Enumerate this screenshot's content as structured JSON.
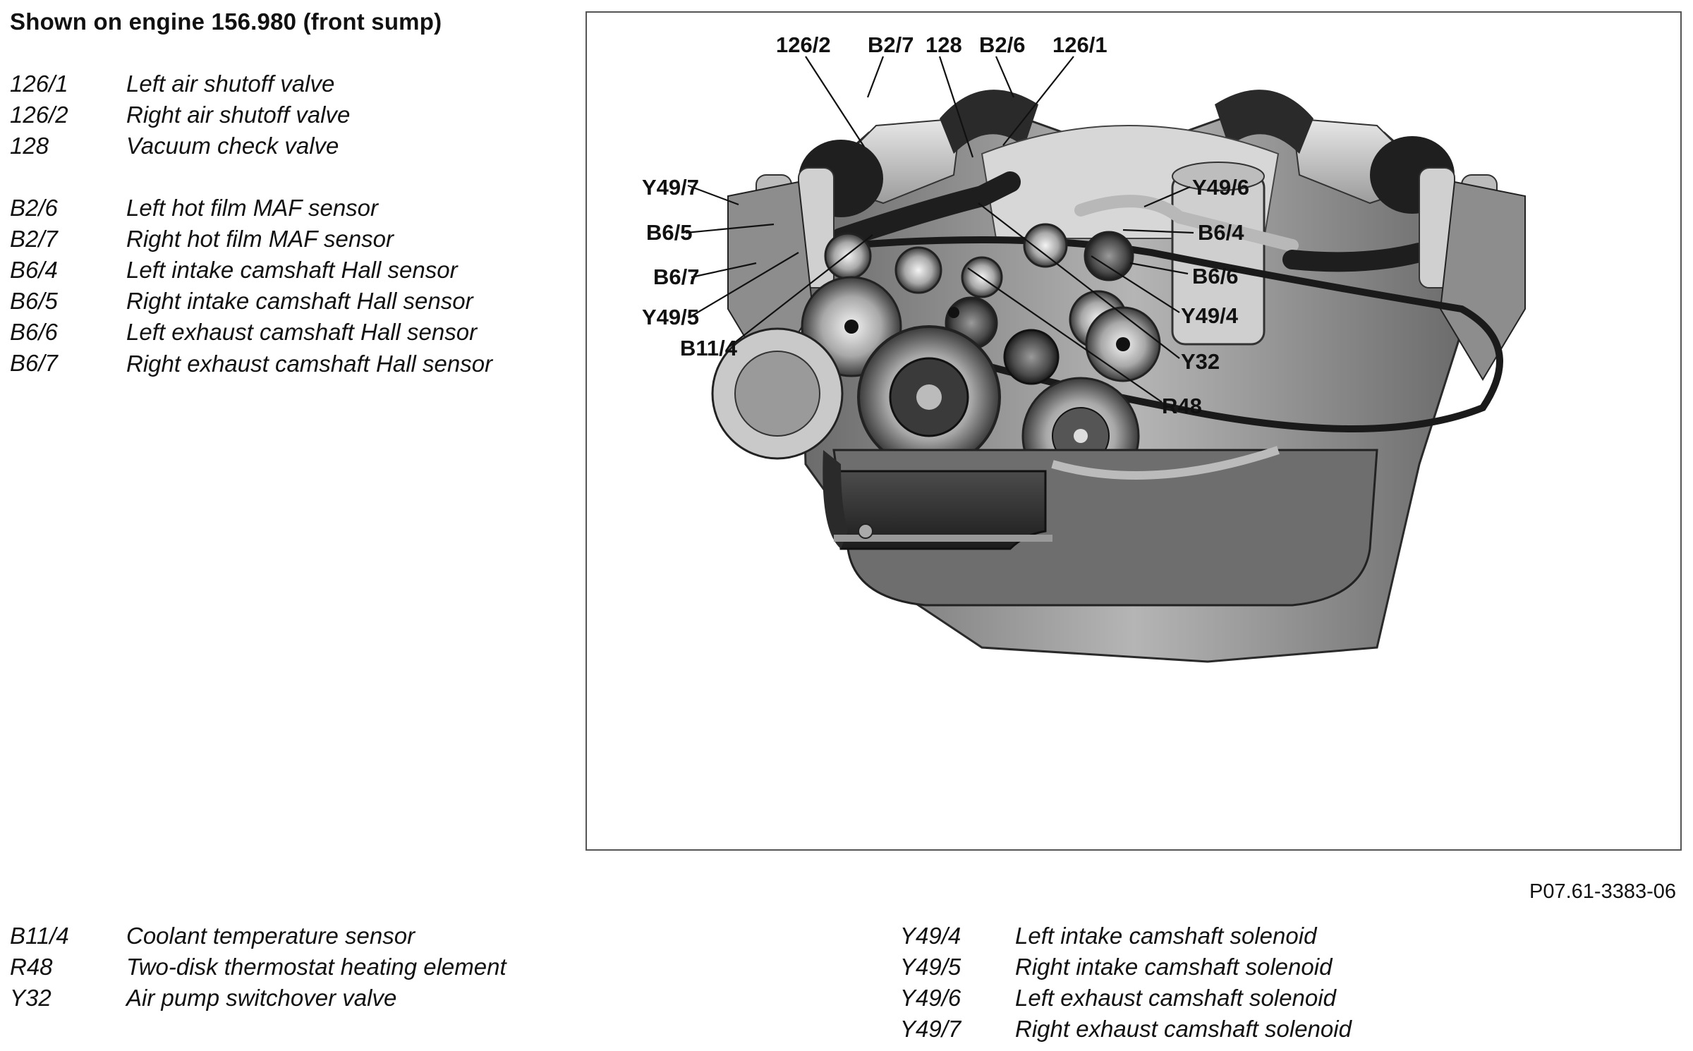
{
  "title": "Shown on engine 156.980 (front sump)",
  "legend_top": [
    {
      "code": "126/1",
      "desc": "Left air shutoff valve"
    },
    {
      "code": "126/2",
      "desc": "Right air shutoff valve"
    },
    {
      "code": "128",
      "desc": "Vacuum check valve"
    },
    {
      "code": "B2/6",
      "desc": "Left hot film MAF sensor"
    },
    {
      "code": "B2/7",
      "desc": "Right hot film MAF sensor"
    },
    {
      "code": "B6/4",
      "desc": "Left intake camshaft Hall sensor"
    },
    {
      "code": "B6/5",
      "desc": "Right intake camshaft Hall sensor"
    },
    {
      "code": "B6/6",
      "desc": "Left exhaust camshaft Hall sensor"
    },
    {
      "code": "B6/7",
      "desc": "Right exhaust camshaft Hall sensor"
    }
  ],
  "legend_bottom_left": [
    {
      "code": "B11/4",
      "desc": "Coolant temperature sensor"
    },
    {
      "code": "R48",
      "desc": "Two-disk thermostat heating element"
    },
    {
      "code": "Y32",
      "desc": "Air pump switchover valve"
    }
  ],
  "legend_bottom_right": [
    {
      "code": "Y49/4",
      "desc": "Left intake camshaft solenoid"
    },
    {
      "code": "Y49/5",
      "desc": "Right intake camshaft solenoid"
    },
    {
      "code": "Y49/6",
      "desc": "Left exhaust camshaft solenoid"
    },
    {
      "code": "Y49/7",
      "desc": "Right exhaust camshaft solenoid"
    }
  ],
  "callouts": {
    "c126_2": "126/2",
    "cB2_7": "B2/7",
    "c128": "128",
    "cB2_6": "B2/6",
    "c126_1": "126/1",
    "cY49_7": "Y49/7",
    "cB6_5": "B6/5",
    "cB6_7": "B6/7",
    "cY49_5": "Y49/5",
    "cB11_4": "B11/4",
    "cY49_6": "Y49/6",
    "cB6_4": "B6/4",
    "cB6_6": "B6/6",
    "cY49_4": "Y49/4",
    "cY32": "Y32",
    "cR48": "R48"
  },
  "figure_ref": "P07.61-3383-06"
}
